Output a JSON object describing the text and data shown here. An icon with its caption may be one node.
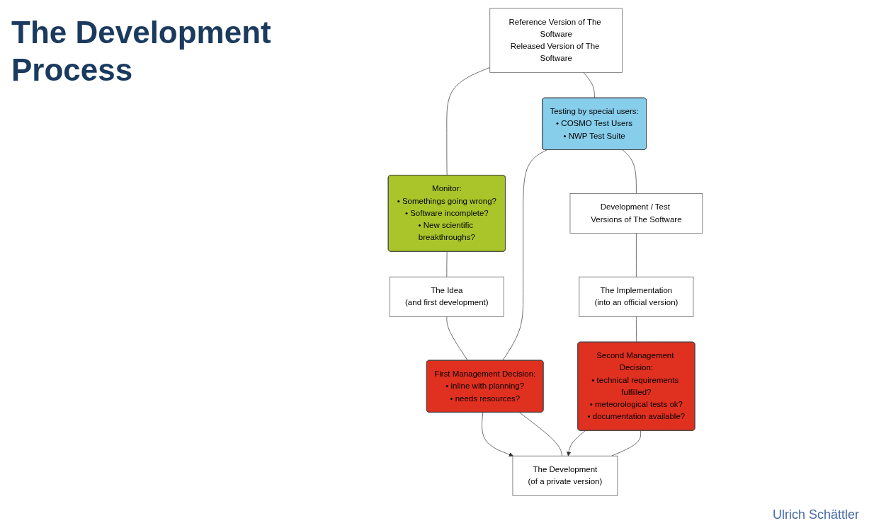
{
  "diagram": {
    "title": "The Development Process",
    "nodes": [
      {
        "text": [
          "Reference Version of The Software",
          "Released Version of The Software"
        ]
      },
      {
        "text": [
          "Monitor:",
          "• Somethings going wrong?",
          "• Software incomplete?",
          "• New scientific breakthroughs?"
        ]
      },
      {
        "text": [
          "Testing by special users:",
          "• COSMO Test Users",
          "• NWP Test Suite"
        ]
      },
      {
        "text": [
          "The Idea",
          "(and first development)"
        ]
      },
      {
        "text": [
          "Development / Test Versions of The Software"
        ]
      },
      {
        "text": [
          "First Management Decision:",
          "• inline with planning?",
          "• needs resources?"
        ]
      },
      {
        "text": [
          "The Implementation",
          "(into an official version)"
        ]
      },
      {
        "text": [
          "Second Management Decision:",
          "• technical requirements fulfilled?",
          "• meteorological tests ok?",
          "• documentation available?"
        ]
      },
      {
        "text": [
          "The Development",
          "(of a private version)"
        ]
      }
    ],
    "edges": [
      {
        "from": 0,
        "to": 1,
        "arrow": "none"
      },
      {
        "from": 1,
        "to": 3,
        "arrow": "none"
      },
      {
        "from": 3,
        "to": 5,
        "arrow": "none"
      },
      {
        "from": 5,
        "to": 8,
        "arrow": "to"
      },
      {
        "from": 5,
        "to": 8,
        "arrow": "none"
      },
      {
        "from": 7,
        "to": 8,
        "arrow": "to"
      },
      {
        "from": 7,
        "to": 8,
        "arrow": "none"
      },
      {
        "from": 6,
        "to": 7,
        "arrow": "none"
      },
      {
        "from": 4,
        "to": 6,
        "arrow": "none"
      },
      {
        "from": 2,
        "to": 4,
        "arrow": "none"
      },
      {
        "from": 0,
        "to": 2,
        "arrow": "none"
      },
      {
        "from": 2,
        "to": 5,
        "arrow": "none"
      }
    ],
    "labels": [
      "Ulrich Schättler"
    ]
  }
}
